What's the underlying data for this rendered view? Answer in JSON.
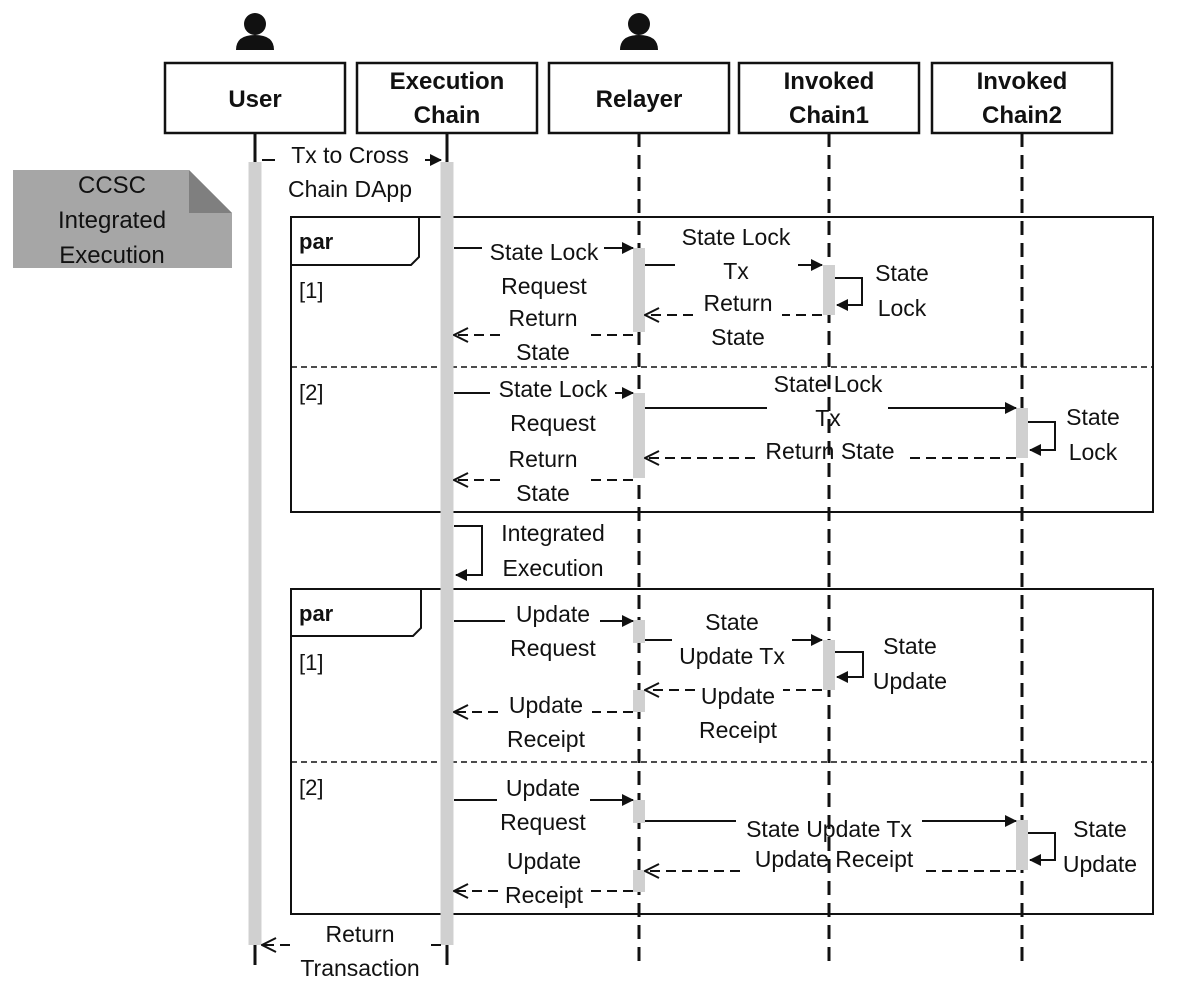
{
  "participants": [
    {
      "id": "user",
      "label": [
        "User"
      ],
      "actor": true
    },
    {
      "id": "exec",
      "label": [
        "Execution",
        "Chain"
      ],
      "actor": false
    },
    {
      "id": "relayer",
      "label": [
        "Relayer"
      ],
      "actor": true
    },
    {
      "id": "inv1",
      "label": [
        "Invoked",
        "Chain1"
      ],
      "actor": false
    },
    {
      "id": "inv2",
      "label": [
        "Invoked",
        "Chain2"
      ],
      "actor": false
    }
  ],
  "note": {
    "label": [
      "CCSC",
      "Integrated",
      "Execution"
    ],
    "color": "#a6a6a6"
  },
  "fragments": [
    {
      "operator": "par",
      "guards": [
        "[1]",
        "[2]"
      ]
    },
    {
      "operator": "par",
      "guards": [
        "[1]",
        "[2]"
      ]
    }
  ],
  "messages": [
    {
      "from": "user",
      "to": "exec",
      "type": "sync",
      "label": [
        "Tx to Cross",
        "Chain DApp"
      ]
    },
    {
      "from": "exec",
      "to": "relayer",
      "type": "sync",
      "label": [
        "State Lock",
        "Request"
      ]
    },
    {
      "from": "relayer",
      "to": "inv1",
      "type": "sync",
      "label": [
        "State Lock",
        "Tx"
      ]
    },
    {
      "from": "inv1",
      "to": "inv1",
      "type": "self",
      "label": [
        "State",
        "Lock"
      ]
    },
    {
      "from": "inv1",
      "to": "relayer",
      "type": "return",
      "label": [
        "Return",
        "State"
      ]
    },
    {
      "from": "relayer",
      "to": "exec",
      "type": "return",
      "label": [
        "Return",
        "State"
      ]
    },
    {
      "from": "exec",
      "to": "relayer",
      "type": "sync",
      "label": [
        "State Lock",
        "Request"
      ]
    },
    {
      "from": "relayer",
      "to": "inv2",
      "type": "sync",
      "label": [
        "State Lock",
        "Tx"
      ]
    },
    {
      "from": "inv2",
      "to": "inv2",
      "type": "self",
      "label": [
        "State",
        "Lock"
      ]
    },
    {
      "from": "inv2",
      "to": "relayer",
      "type": "return",
      "label": [
        "Return State"
      ]
    },
    {
      "from": "relayer",
      "to": "exec",
      "type": "return",
      "label": [
        "Return",
        "State"
      ]
    },
    {
      "from": "exec",
      "to": "exec",
      "type": "self",
      "label": [
        "Integrated",
        "Execution"
      ]
    },
    {
      "from": "exec",
      "to": "relayer",
      "type": "sync",
      "label": [
        "Update",
        "Request"
      ]
    },
    {
      "from": "relayer",
      "to": "inv1",
      "type": "sync",
      "label": [
        "State",
        "Update Tx"
      ]
    },
    {
      "from": "inv1",
      "to": "inv1",
      "type": "self",
      "label": [
        "State",
        "Update"
      ]
    },
    {
      "from": "inv1",
      "to": "relayer",
      "type": "return",
      "label": [
        "Update",
        "Receipt"
      ]
    },
    {
      "from": "relayer",
      "to": "exec",
      "type": "return",
      "label": [
        "Update",
        "Receipt"
      ]
    },
    {
      "from": "exec",
      "to": "relayer",
      "type": "sync",
      "label": [
        "Update",
        "Request"
      ]
    },
    {
      "from": "relayer",
      "to": "inv2",
      "type": "sync",
      "label": [
        "State Update Tx"
      ]
    },
    {
      "from": "inv2",
      "to": "inv2",
      "type": "self",
      "label": [
        "State",
        "Update"
      ]
    },
    {
      "from": "inv2",
      "to": "relayer",
      "type": "return",
      "label": [
        "Update Receipt"
      ]
    },
    {
      "from": "relayer",
      "to": "exec",
      "type": "return",
      "label": [
        "Update",
        "Receipt"
      ]
    },
    {
      "from": "exec",
      "to": "user",
      "type": "return",
      "label": [
        "Return",
        "Transaction"
      ]
    }
  ]
}
